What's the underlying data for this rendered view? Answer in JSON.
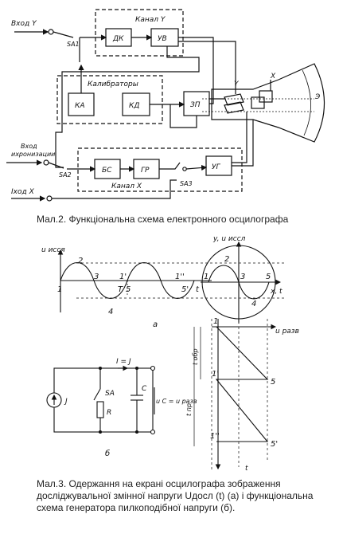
{
  "figure1": {
    "caption": "Мал.2. Функціональна схема електронного осцилографа",
    "inputs": {
      "input_y": "Вход Y",
      "input_sync_line1": "Вход",
      "input_sync_line2": "ихронизации",
      "input_x": "Iход X"
    },
    "switches": {
      "sa1": "SA1",
      "sa2": "SA2",
      "sa3": "SA3"
    },
    "groups": {
      "channel_y": "Канал Y",
      "calibrators": "Калибраторы",
      "channel_x": "Канал X"
    },
    "blocks": {
      "dk": "ДК",
      "uv": "УВ",
      "ka": "КА",
      "kd": "КД",
      "zp": "ЗП",
      "bs": "БС",
      "gr": "ГР",
      "ug": "УГ"
    },
    "plates": {
      "y": "Y",
      "x": "X"
    },
    "screen": "Э"
  },
  "figure3": {
    "caption": "Мал.3. Одержання на екрані осцилографа зображення досліджувальної змінної напруги Uдосл (t) (а) і функціональна схема генератора пилкоподібної напруги (б).",
    "graph_a": {
      "ylabel": "u исся",
      "points": [
        "1",
        "2",
        "3",
        "1'",
        "5",
        "4",
        "T",
        "1''",
        "5'"
      ],
      "label": "а"
    },
    "screen": {
      "axis_y": "y, u иссл",
      "axis_x": "x, t",
      "points": [
        "1",
        "2",
        "3",
        "4",
        "5"
      ]
    },
    "sweep": {
      "axis_x": "u разв",
      "axis_t": "t",
      "t_fwd": "t пр",
      "t_rev": "t обр",
      "points": [
        "1",
        "1'",
        "5",
        "1''",
        "5'"
      ]
    },
    "generator": {
      "current": "I = J",
      "source": "J",
      "switch": "SA",
      "resistor": "R",
      "capacitor": "C",
      "voltage": "u C = u разв",
      "label": "б"
    }
  }
}
